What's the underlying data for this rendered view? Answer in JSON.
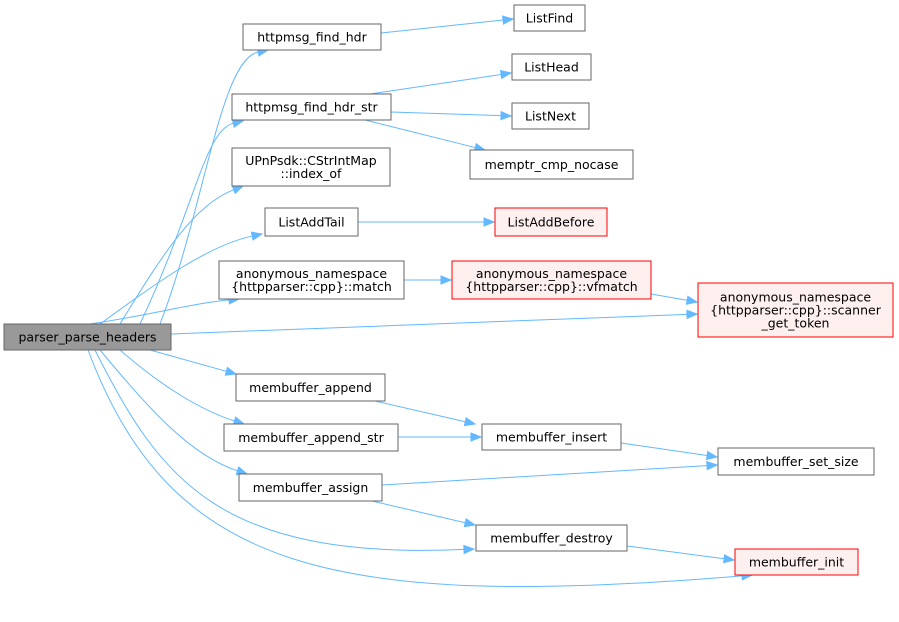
{
  "colors": {
    "edge": "#63b8ff",
    "root_fill": "#999999",
    "root_border": "#666666",
    "normal_fill": "#ffffff",
    "normal_border": "#666666",
    "red_fill": "#fff0f0",
    "red_border": "#ff0000"
  },
  "nodes": [
    {
      "id": "parser_parse_headers",
      "lines": [
        "parser_parse_headers"
      ],
      "style": "root"
    },
    {
      "id": "httpmsg_find_hdr",
      "lines": [
        "httpmsg_find_hdr"
      ],
      "style": "normal"
    },
    {
      "id": "httpmsg_find_hdr_str",
      "lines": [
        "httpmsg_find_hdr_str"
      ],
      "style": "normal"
    },
    {
      "id": "index_of",
      "lines": [
        "UPnPsdk::CStrIntMap",
        "::index_of"
      ],
      "style": "normal"
    },
    {
      "id": "ListAddTail",
      "lines": [
        "ListAddTail"
      ],
      "style": "normal"
    },
    {
      "id": "match",
      "lines": [
        "anonymous_namespace",
        "{httpparser::cpp}::match"
      ],
      "style": "normal"
    },
    {
      "id": "membuffer_append",
      "lines": [
        "membuffer_append"
      ],
      "style": "normal"
    },
    {
      "id": "membuffer_append_str",
      "lines": [
        "membuffer_append_str"
      ],
      "style": "normal"
    },
    {
      "id": "membuffer_assign",
      "lines": [
        "membuffer_assign"
      ],
      "style": "normal"
    },
    {
      "id": "ListFind",
      "lines": [
        "ListFind"
      ],
      "style": "normal"
    },
    {
      "id": "ListHead",
      "lines": [
        "ListHead"
      ],
      "style": "normal"
    },
    {
      "id": "ListNext",
      "lines": [
        "ListNext"
      ],
      "style": "normal"
    },
    {
      "id": "memptr_cmp_nocase",
      "lines": [
        "memptr_cmp_nocase"
      ],
      "style": "normal"
    },
    {
      "id": "ListAddBefore",
      "lines": [
        "ListAddBefore"
      ],
      "style": "red"
    },
    {
      "id": "vfmatch",
      "lines": [
        "anonymous_namespace",
        "{httpparser::cpp}::vfmatch"
      ],
      "style": "red"
    },
    {
      "id": "scanner_get_token",
      "lines": [
        "anonymous_namespace",
        "{httpparser::cpp}::scanner",
        "_get_token"
      ],
      "style": "red"
    },
    {
      "id": "membuffer_insert",
      "lines": [
        "membuffer_insert"
      ],
      "style": "normal"
    },
    {
      "id": "membuffer_destroy",
      "lines": [
        "membuffer_destroy"
      ],
      "style": "normal"
    },
    {
      "id": "membuffer_set_size",
      "lines": [
        "membuffer_set_size"
      ],
      "style": "normal"
    },
    {
      "id": "membuffer_init",
      "lines": [
        "membuffer_init"
      ],
      "style": "red"
    }
  ],
  "edges": [
    [
      "parser_parse_headers",
      "httpmsg_find_hdr"
    ],
    [
      "parser_parse_headers",
      "httpmsg_find_hdr_str"
    ],
    [
      "parser_parse_headers",
      "index_of"
    ],
    [
      "parser_parse_headers",
      "ListAddTail"
    ],
    [
      "parser_parse_headers",
      "match"
    ],
    [
      "parser_parse_headers",
      "scanner_get_token"
    ],
    [
      "parser_parse_headers",
      "membuffer_append"
    ],
    [
      "parser_parse_headers",
      "membuffer_append_str"
    ],
    [
      "parser_parse_headers",
      "membuffer_assign"
    ],
    [
      "parser_parse_headers",
      "membuffer_destroy"
    ],
    [
      "parser_parse_headers",
      "membuffer_init"
    ],
    [
      "httpmsg_find_hdr",
      "ListFind"
    ],
    [
      "httpmsg_find_hdr_str",
      "ListHead"
    ],
    [
      "httpmsg_find_hdr_str",
      "ListNext"
    ],
    [
      "httpmsg_find_hdr_str",
      "memptr_cmp_nocase"
    ],
    [
      "ListAddTail",
      "ListAddBefore"
    ],
    [
      "match",
      "vfmatch"
    ],
    [
      "vfmatch",
      "scanner_get_token"
    ],
    [
      "membuffer_append",
      "membuffer_insert"
    ],
    [
      "membuffer_append_str",
      "membuffer_insert"
    ],
    [
      "membuffer_insert",
      "membuffer_set_size"
    ],
    [
      "membuffer_assign",
      "membuffer_set_size"
    ],
    [
      "membuffer_assign",
      "membuffer_destroy"
    ],
    [
      "membuffer_destroy",
      "membuffer_init"
    ]
  ]
}
